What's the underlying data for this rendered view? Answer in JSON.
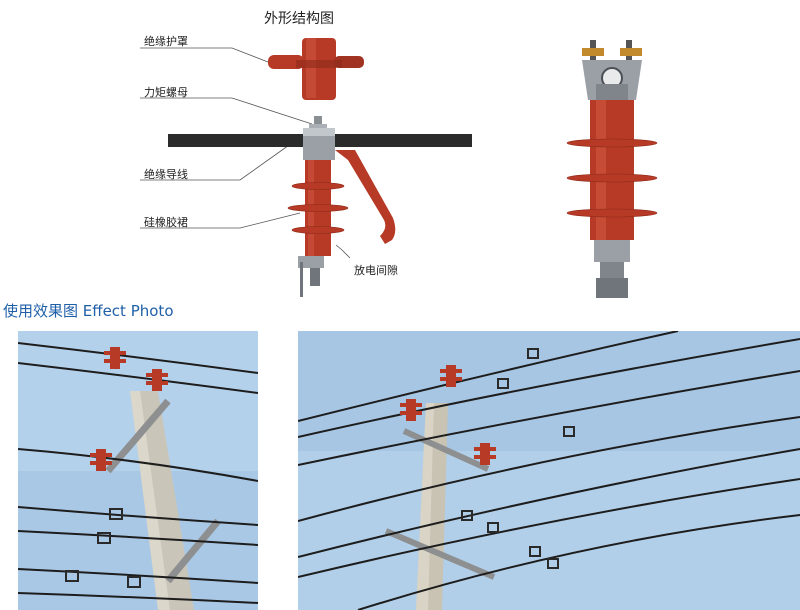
{
  "diagram": {
    "title": "外形结构图",
    "labels": {
      "cover": "绝缘护罩",
      "torque_nut": "力矩螺母",
      "conductor": "绝缘导线",
      "sheds": "硅橡胶裙",
      "gap": "放电间隙"
    },
    "colors": {
      "rubber": "#b63a26",
      "rubber_dark": "#8e2a1a",
      "conductor": "#2b2b2b",
      "metal": "#9aa0a6",
      "sky": "#a9c8e6"
    }
  },
  "section": {
    "title": "使用效果图 Effect Photo"
  }
}
